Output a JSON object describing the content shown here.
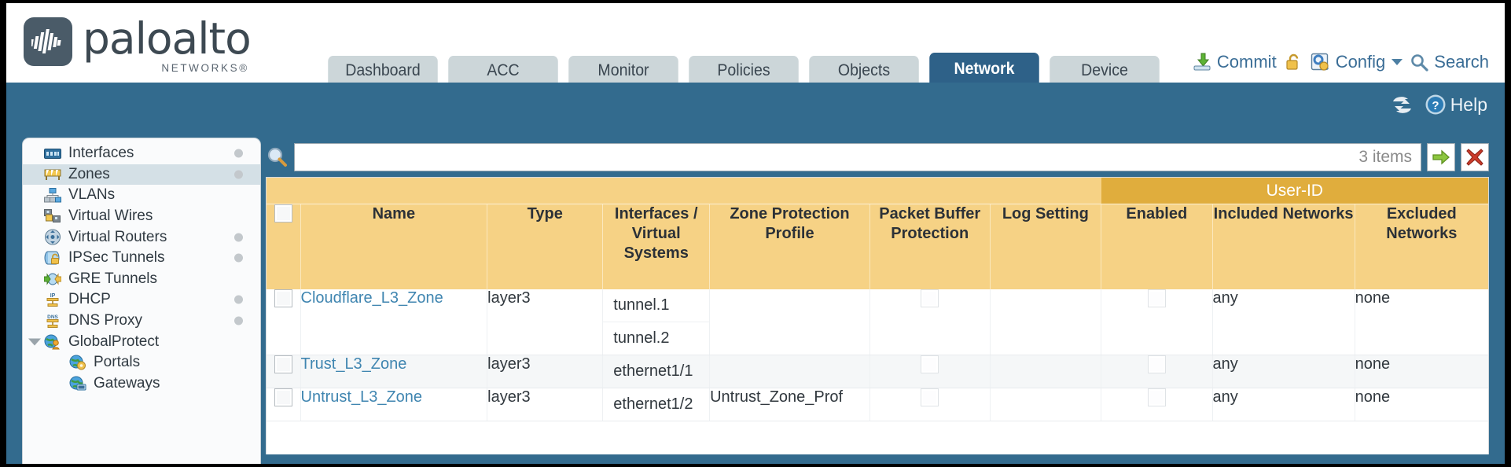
{
  "brand": {
    "name": "paloalto",
    "sub": "NETWORKS",
    "reg": "®"
  },
  "nav": {
    "tabs": [
      {
        "label": "Dashboard",
        "active": false
      },
      {
        "label": "ACC",
        "active": false
      },
      {
        "label": "Monitor",
        "active": false
      },
      {
        "label": "Policies",
        "active": false
      },
      {
        "label": "Objects",
        "active": false
      },
      {
        "label": "Network",
        "active": true
      },
      {
        "label": "Device",
        "active": false
      }
    ]
  },
  "toolbar": {
    "commit": "Commit",
    "config": "Config",
    "search": "Search",
    "lock_icon": "lock-icon",
    "commit_icon": "commit-icon",
    "config_icon": "config-icon",
    "search_icon": "search-icon"
  },
  "band": {
    "help": "Help",
    "refresh_icon": "refresh-icon",
    "help_icon": "help-icon"
  },
  "sidebar": {
    "items": [
      {
        "label": "Interfaces",
        "icon": "interfaces-icon",
        "selected": false,
        "dot": true,
        "child": false,
        "expander": false
      },
      {
        "label": "Zones",
        "icon": "zones-icon",
        "selected": true,
        "dot": true,
        "child": false,
        "expander": false
      },
      {
        "label": "VLANs",
        "icon": "vlans-icon",
        "selected": false,
        "dot": false,
        "child": false,
        "expander": false
      },
      {
        "label": "Virtual Wires",
        "icon": "virtual-wires-icon",
        "selected": false,
        "dot": false,
        "child": false,
        "expander": false
      },
      {
        "label": "Virtual Routers",
        "icon": "virtual-routers-icon",
        "selected": false,
        "dot": true,
        "child": false,
        "expander": false
      },
      {
        "label": "IPSec Tunnels",
        "icon": "ipsec-tunnels-icon",
        "selected": false,
        "dot": true,
        "child": false,
        "expander": false
      },
      {
        "label": "GRE Tunnels",
        "icon": "gre-tunnels-icon",
        "selected": false,
        "dot": false,
        "child": false,
        "expander": false
      },
      {
        "label": "DHCP",
        "icon": "dhcp-icon",
        "selected": false,
        "dot": true,
        "child": false,
        "expander": false
      },
      {
        "label": "DNS Proxy",
        "icon": "dns-proxy-icon",
        "selected": false,
        "dot": true,
        "child": false,
        "expander": false
      },
      {
        "label": "GlobalProtect",
        "icon": "globalprotect-icon",
        "selected": false,
        "dot": false,
        "child": false,
        "expander": true
      },
      {
        "label": "Portals",
        "icon": "portals-icon",
        "selected": false,
        "dot": false,
        "child": true,
        "expander": false
      },
      {
        "label": "Gateways",
        "icon": "gateways-icon",
        "selected": false,
        "dot": false,
        "child": true,
        "expander": false
      }
    ]
  },
  "filter": {
    "value": "",
    "placeholder": "",
    "item_count": "3 items",
    "search_icon": "search-icon",
    "apply_icon": "apply-filter-icon",
    "clear_icon": "clear-filter-icon"
  },
  "table": {
    "group_header": "User-ID",
    "columns": [
      "Name",
      "Type",
      "Interfaces / Virtual Systems",
      "Zone Protection Profile",
      "Packet Buffer Protection",
      "Log Setting",
      "Enabled",
      "Included Networks",
      "Excluded Networks"
    ],
    "select_all_checked": false,
    "rows": [
      {
        "selected": false,
        "name": "Cloudflare_L3_Zone",
        "type": "layer3",
        "interfaces": [
          "tunnel.1",
          "tunnel.2"
        ],
        "zone_protection_profile": "",
        "packet_buffer_protection": false,
        "log_setting": "",
        "enabled": false,
        "included_networks": "any",
        "excluded_networks": "none"
      },
      {
        "selected": false,
        "name": "Trust_L3_Zone",
        "type": "layer3",
        "interfaces": [
          "ethernet1/1"
        ],
        "zone_protection_profile": "",
        "packet_buffer_protection": false,
        "log_setting": "",
        "enabled": false,
        "included_networks": "any",
        "excluded_networks": "none"
      },
      {
        "selected": false,
        "name": "Untrust_L3_Zone",
        "type": "layer3",
        "interfaces": [
          "ethernet1/2"
        ],
        "zone_protection_profile": "Untrust_Zone_Prof",
        "packet_buffer_protection": false,
        "log_setting": "",
        "enabled": false,
        "included_networks": "any",
        "excluded_networks": "none"
      }
    ]
  },
  "colors": {
    "brand_blue": "#336b8e",
    "tab_active": "#2e6188",
    "header_gold": "#f6d285",
    "group_gold": "#e0ad3d",
    "link": "#3f85b0"
  }
}
